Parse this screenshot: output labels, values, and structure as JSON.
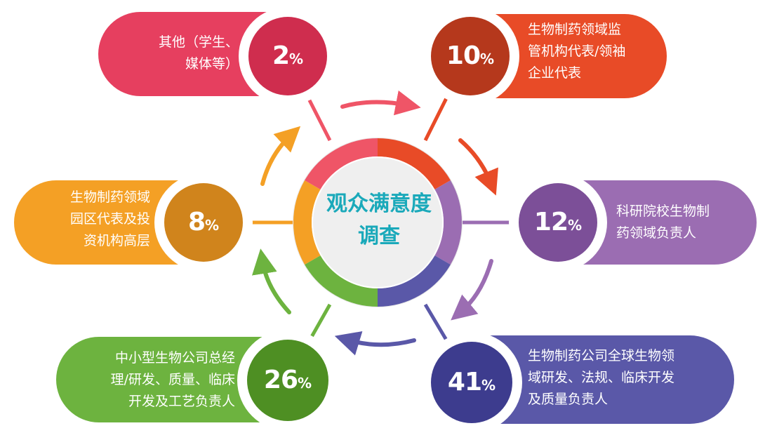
{
  "center_title_line1": "观众满意度",
  "center_title_line2": "调查",
  "chart_data": {
    "type": "pie",
    "title": "观众满意度调查",
    "unit": "%",
    "segments": [
      {
        "label": "生物制药领域监管机构代表/领袖企业代表",
        "value": 10,
        "color": "#e84b27"
      },
      {
        "label": "科研院校生物制药领域负责人",
        "value": 12,
        "color": "#9b6db2"
      },
      {
        "label": "生物制药公司全球生物领域研发、法规、临床开发及质量负责人",
        "value": 41,
        "color": "#5a58a8"
      },
      {
        "label": "中小型生物公司总经理/研发、质量、临床开发及工艺负责人",
        "value": 26,
        "color": "#6db33f"
      },
      {
        "label": "生物制药领域园区代表及投资机构高层",
        "value": 8,
        "color": "#f4a025"
      },
      {
        "label": "其他（学生、媒体等）",
        "value": 2,
        "color": "#ef5567"
      }
    ]
  },
  "boxes": {
    "other": {
      "text": "其他（学生、\n媒体等）",
      "number": "2",
      "unit": "%"
    },
    "regulator": {
      "text": "生物制药领域监\n管机构代表/领袖\n企业代表",
      "number": "10",
      "unit": "%"
    },
    "academia": {
      "text": "科研院校生物制\n药领域负责人",
      "number": "12",
      "unit": "%"
    },
    "pharma": {
      "text": "生物制药公司全球生物领\n域研发、法规、临床开发\n及质量负责人",
      "number": "41",
      "unit": "%"
    },
    "sme": {
      "text": "中小型生物公司总经\n理/研发、质量、临床\n开发及工艺负责人",
      "number": "26",
      "unit": "%"
    },
    "park": {
      "text": "生物制药领域\n园区代表及投\n资机构高层",
      "number": "8",
      "unit": "%"
    }
  }
}
